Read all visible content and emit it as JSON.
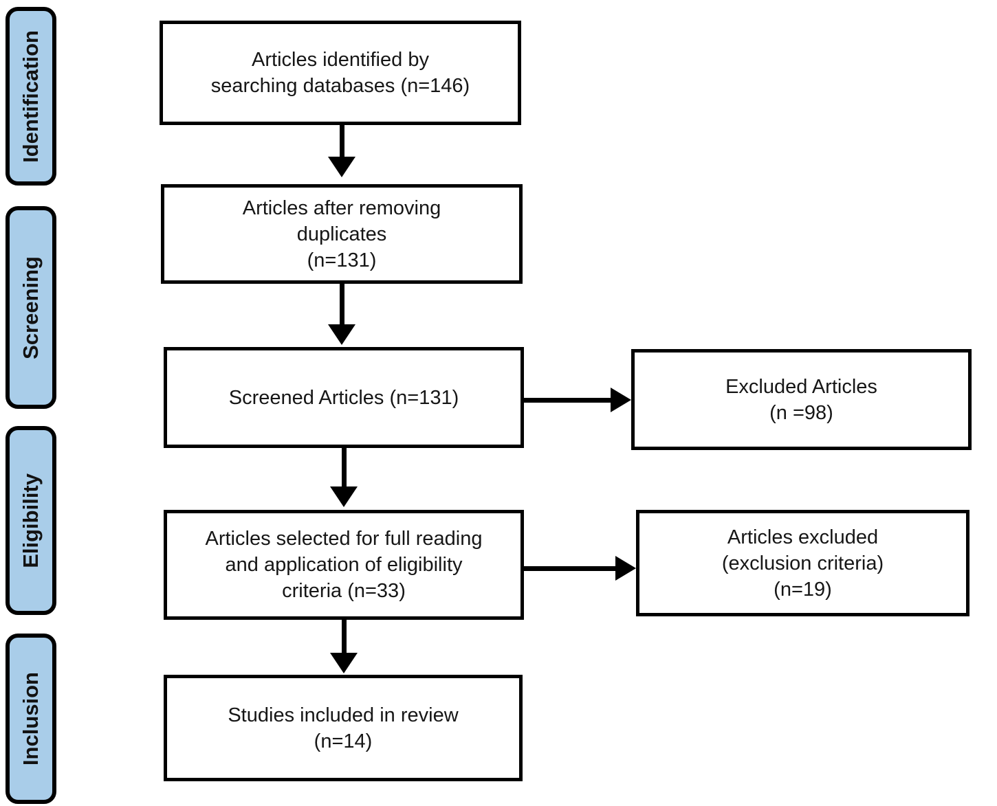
{
  "colors": {
    "stage_fill": "#A9CDE9",
    "line": "#000000",
    "background": "#FFFFFF"
  },
  "stages": {
    "identification": "Identification",
    "screening": "Screening",
    "eligibility": "Eligibility",
    "inclusion": "Inclusion"
  },
  "boxes": {
    "identified": {
      "line1": "Articles identified by",
      "line2": "searching databases (n=146)"
    },
    "deduplicated": {
      "line1": "Articles after removing",
      "line2": "duplicates",
      "line3": "(n=131)"
    },
    "screened": {
      "line1": "Screened Articles (n=131)"
    },
    "excluded_screening": {
      "line1": "Excluded Articles",
      "line2": "(n =98)"
    },
    "full_reading": {
      "line1": "Articles selected for full reading",
      "line2": "and application of eligibility",
      "line3": "criteria (n=33)"
    },
    "excluded_eligibility": {
      "line1": "Articles excluded",
      "line2": "(exclusion criteria)",
      "line3": "(n=19)"
    },
    "included": {
      "line1": "Studies included in review",
      "line2": "(n=14)"
    }
  }
}
